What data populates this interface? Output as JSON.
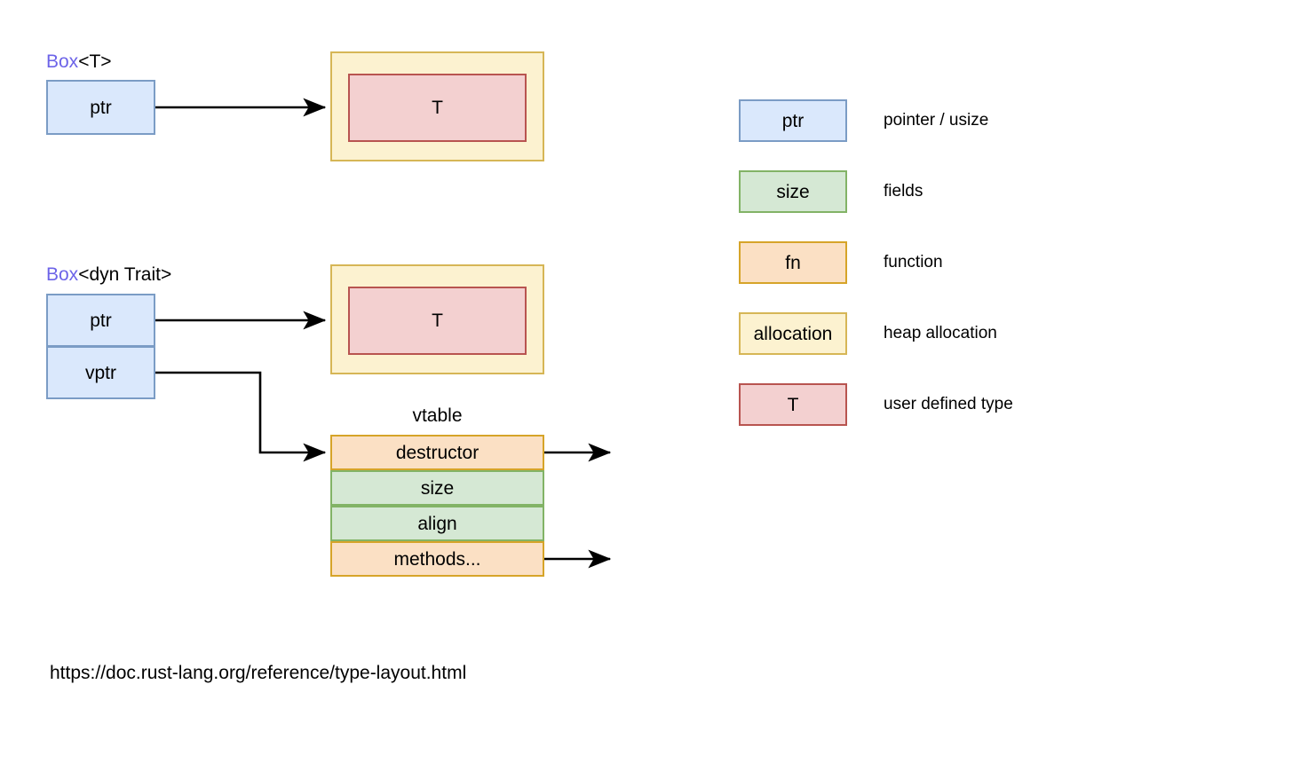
{
  "diagram": {
    "title_colors": {
      "keyword": "#6c63e8",
      "ptr_fill": "#dae8fc",
      "ptr_stroke": "#7b9cc5",
      "field_fill": "#d5e8d4",
      "field_stroke": "#82b366",
      "fn_fill": "#fbe0c4",
      "fn_stroke": "#d6a429",
      "alloc_fill": "#fcf2d0",
      "alloc_stroke": "#d6b656",
      "udt_fill": "#f3d0d0",
      "udt_stroke": "#b85450",
      "wire": "#000000"
    },
    "box_t": {
      "label_keyword": "Box",
      "label_generic": "<T>",
      "ptr_cell": "ptr",
      "allocation_inner": "T"
    },
    "box_dyn_trait": {
      "label_keyword": "Box",
      "label_generic": "<dyn Trait>",
      "ptr_cell": "ptr",
      "vptr_cell": "vptr",
      "allocation_inner": "T"
    },
    "vtable": {
      "caption": "vtable",
      "rows": [
        {
          "label": "destructor",
          "kind": "fn",
          "has_fn_pointer": true
        },
        {
          "label": "size",
          "kind": "field",
          "has_fn_pointer": false
        },
        {
          "label": "align",
          "kind": "field",
          "has_fn_pointer": false
        },
        {
          "label": "methods...",
          "kind": "fn",
          "has_fn_pointer": true
        }
      ]
    },
    "source_url": "https://doc.rust-lang.org/reference/type-layout.html"
  },
  "legend": {
    "items": [
      {
        "swatch": "ptr",
        "kind": "ptr",
        "description": "pointer / usize"
      },
      {
        "swatch": "size",
        "kind": "field",
        "description": "fields"
      },
      {
        "swatch": "fn",
        "kind": "fn",
        "description": "function"
      },
      {
        "swatch": "allocation",
        "kind": "alloc",
        "description": "heap allocation"
      },
      {
        "swatch": "T",
        "kind": "udt",
        "description": "user defined type"
      }
    ]
  }
}
